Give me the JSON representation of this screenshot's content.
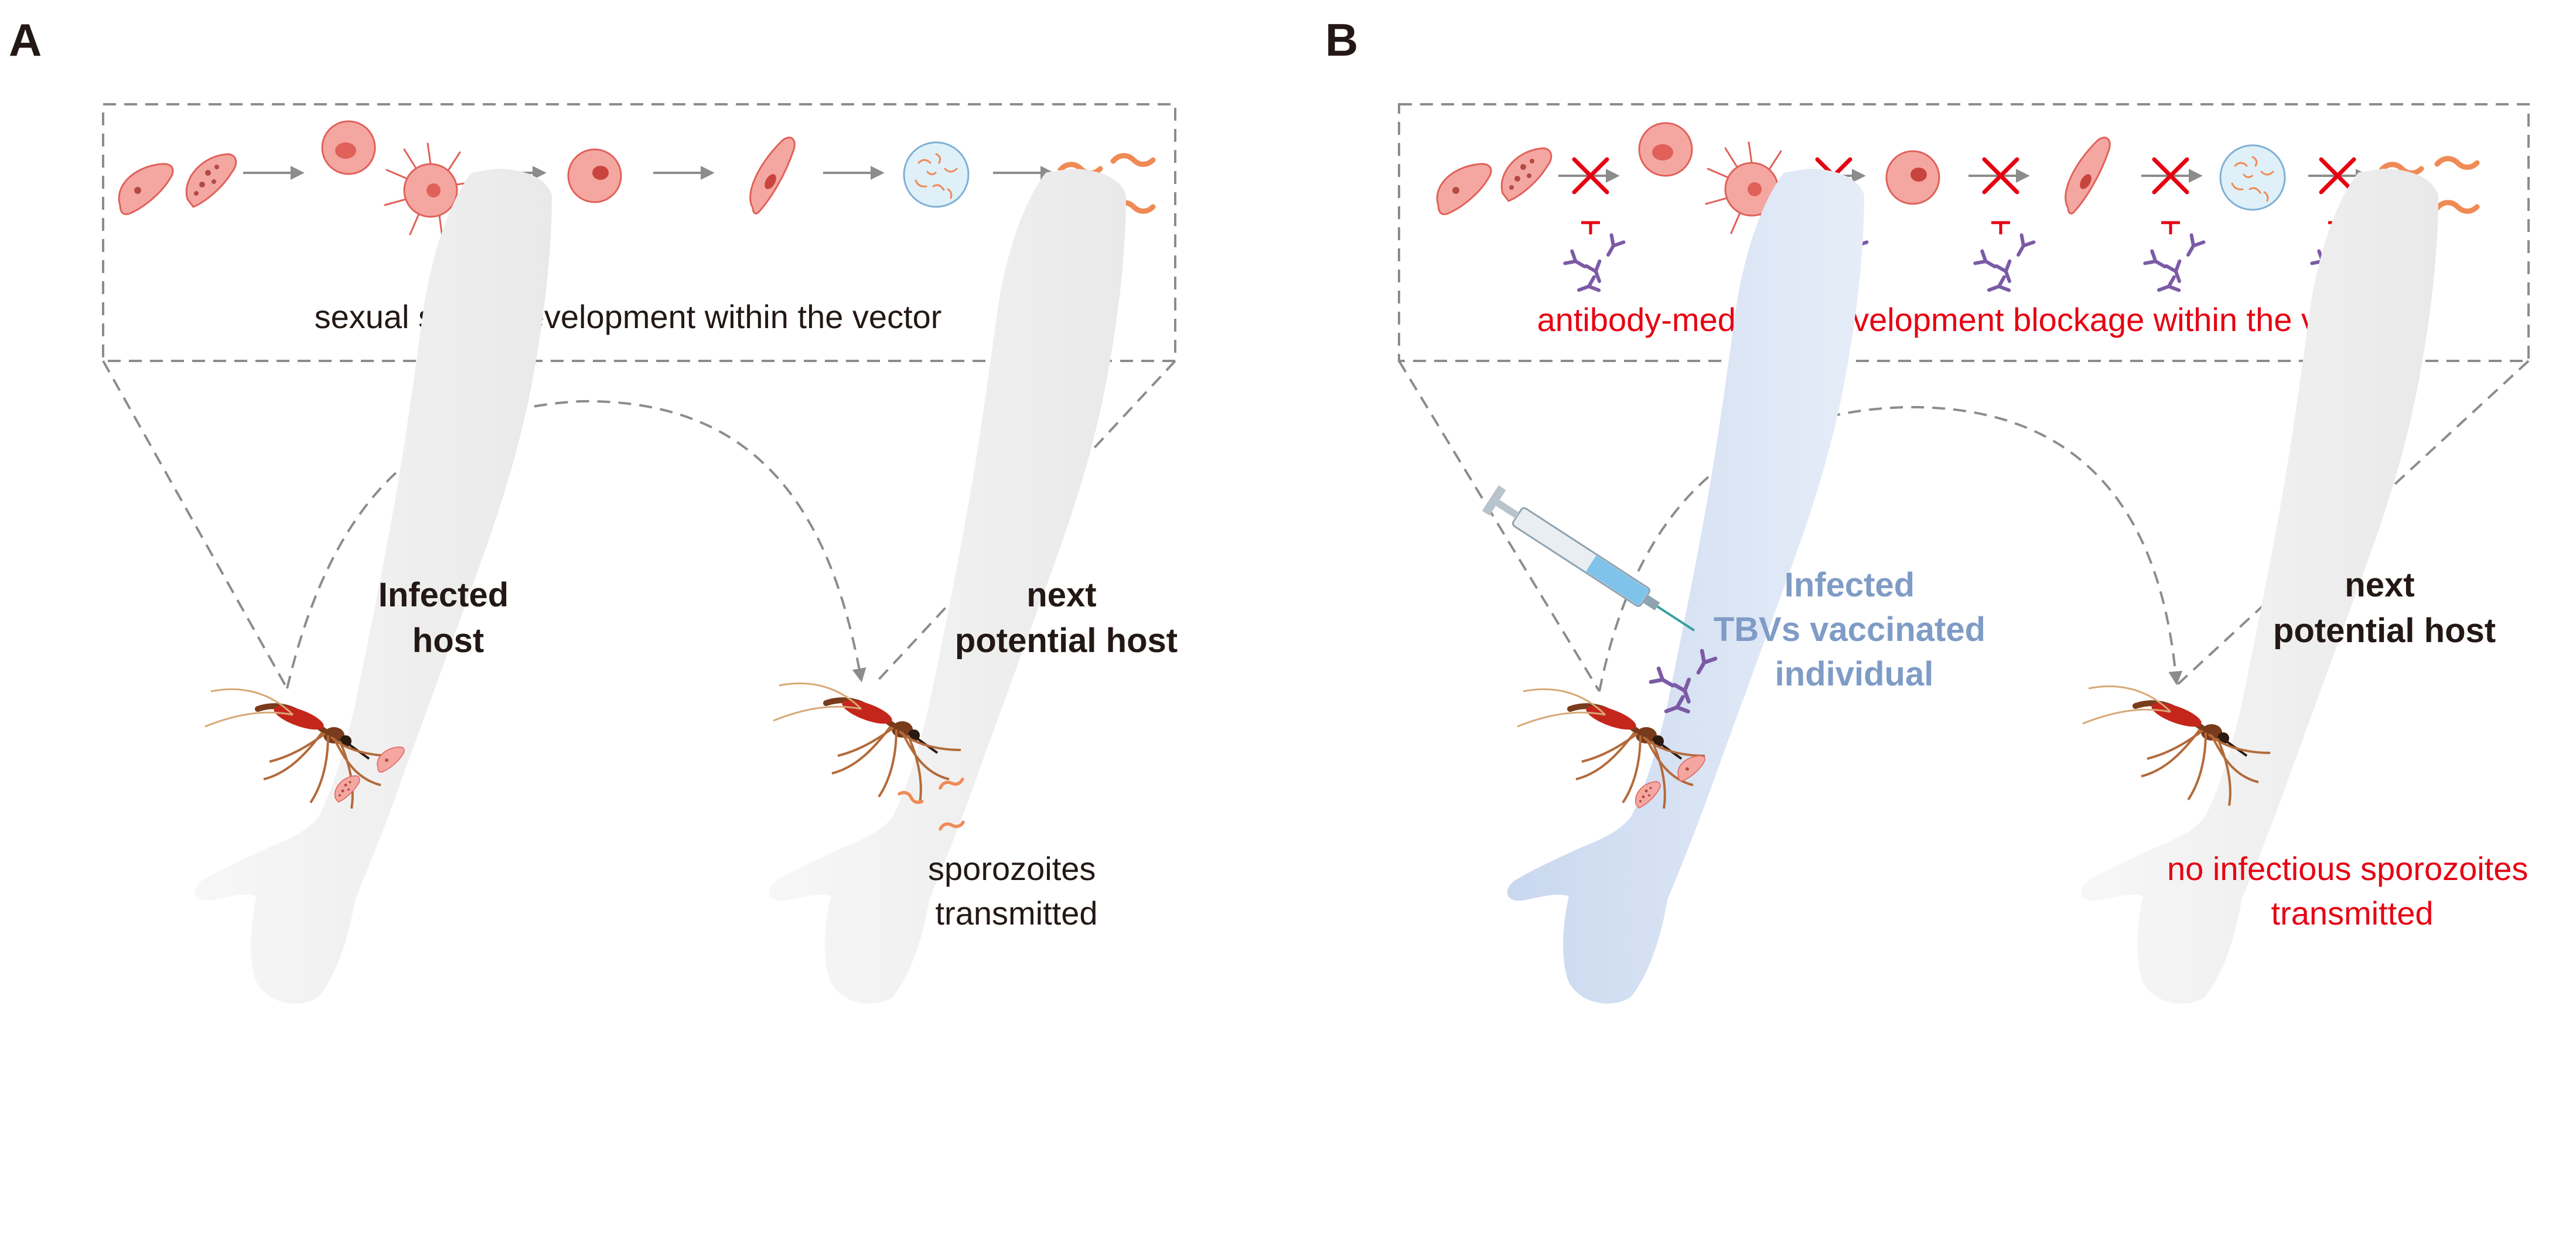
{
  "panels": {
    "A": {
      "letter": "A",
      "box_caption": "sexual stage development within the vector",
      "left_host": [
        "Infected",
        "host"
      ],
      "right_host": [
        "next",
        "potential host"
      ],
      "right_note": [
        "sporozoites",
        "transmitted"
      ]
    },
    "B": {
      "letter": "B",
      "box_caption": "antibody-mediated development blockage within the vector",
      "left_host": [
        "Infected",
        "TBVs vaccinated",
        "individual"
      ],
      "right_host": [
        "next",
        "potential host"
      ],
      "right_note": [
        "no infectious sporozoites",
        "transmitted"
      ]
    }
  },
  "colors": {
    "text": "#231815",
    "red_text": "#e60012",
    "vaccinated_text": "#7f9cc6",
    "parasite": "#f4a7a0",
    "parasite_dark": "#e0615a",
    "arm": "#f2f2f2",
    "arm_vaccinated": "#d3dff2",
    "antibody": "#7b5aa6",
    "cross": "#e60012",
    "dash": "#8c8c8c"
  }
}
